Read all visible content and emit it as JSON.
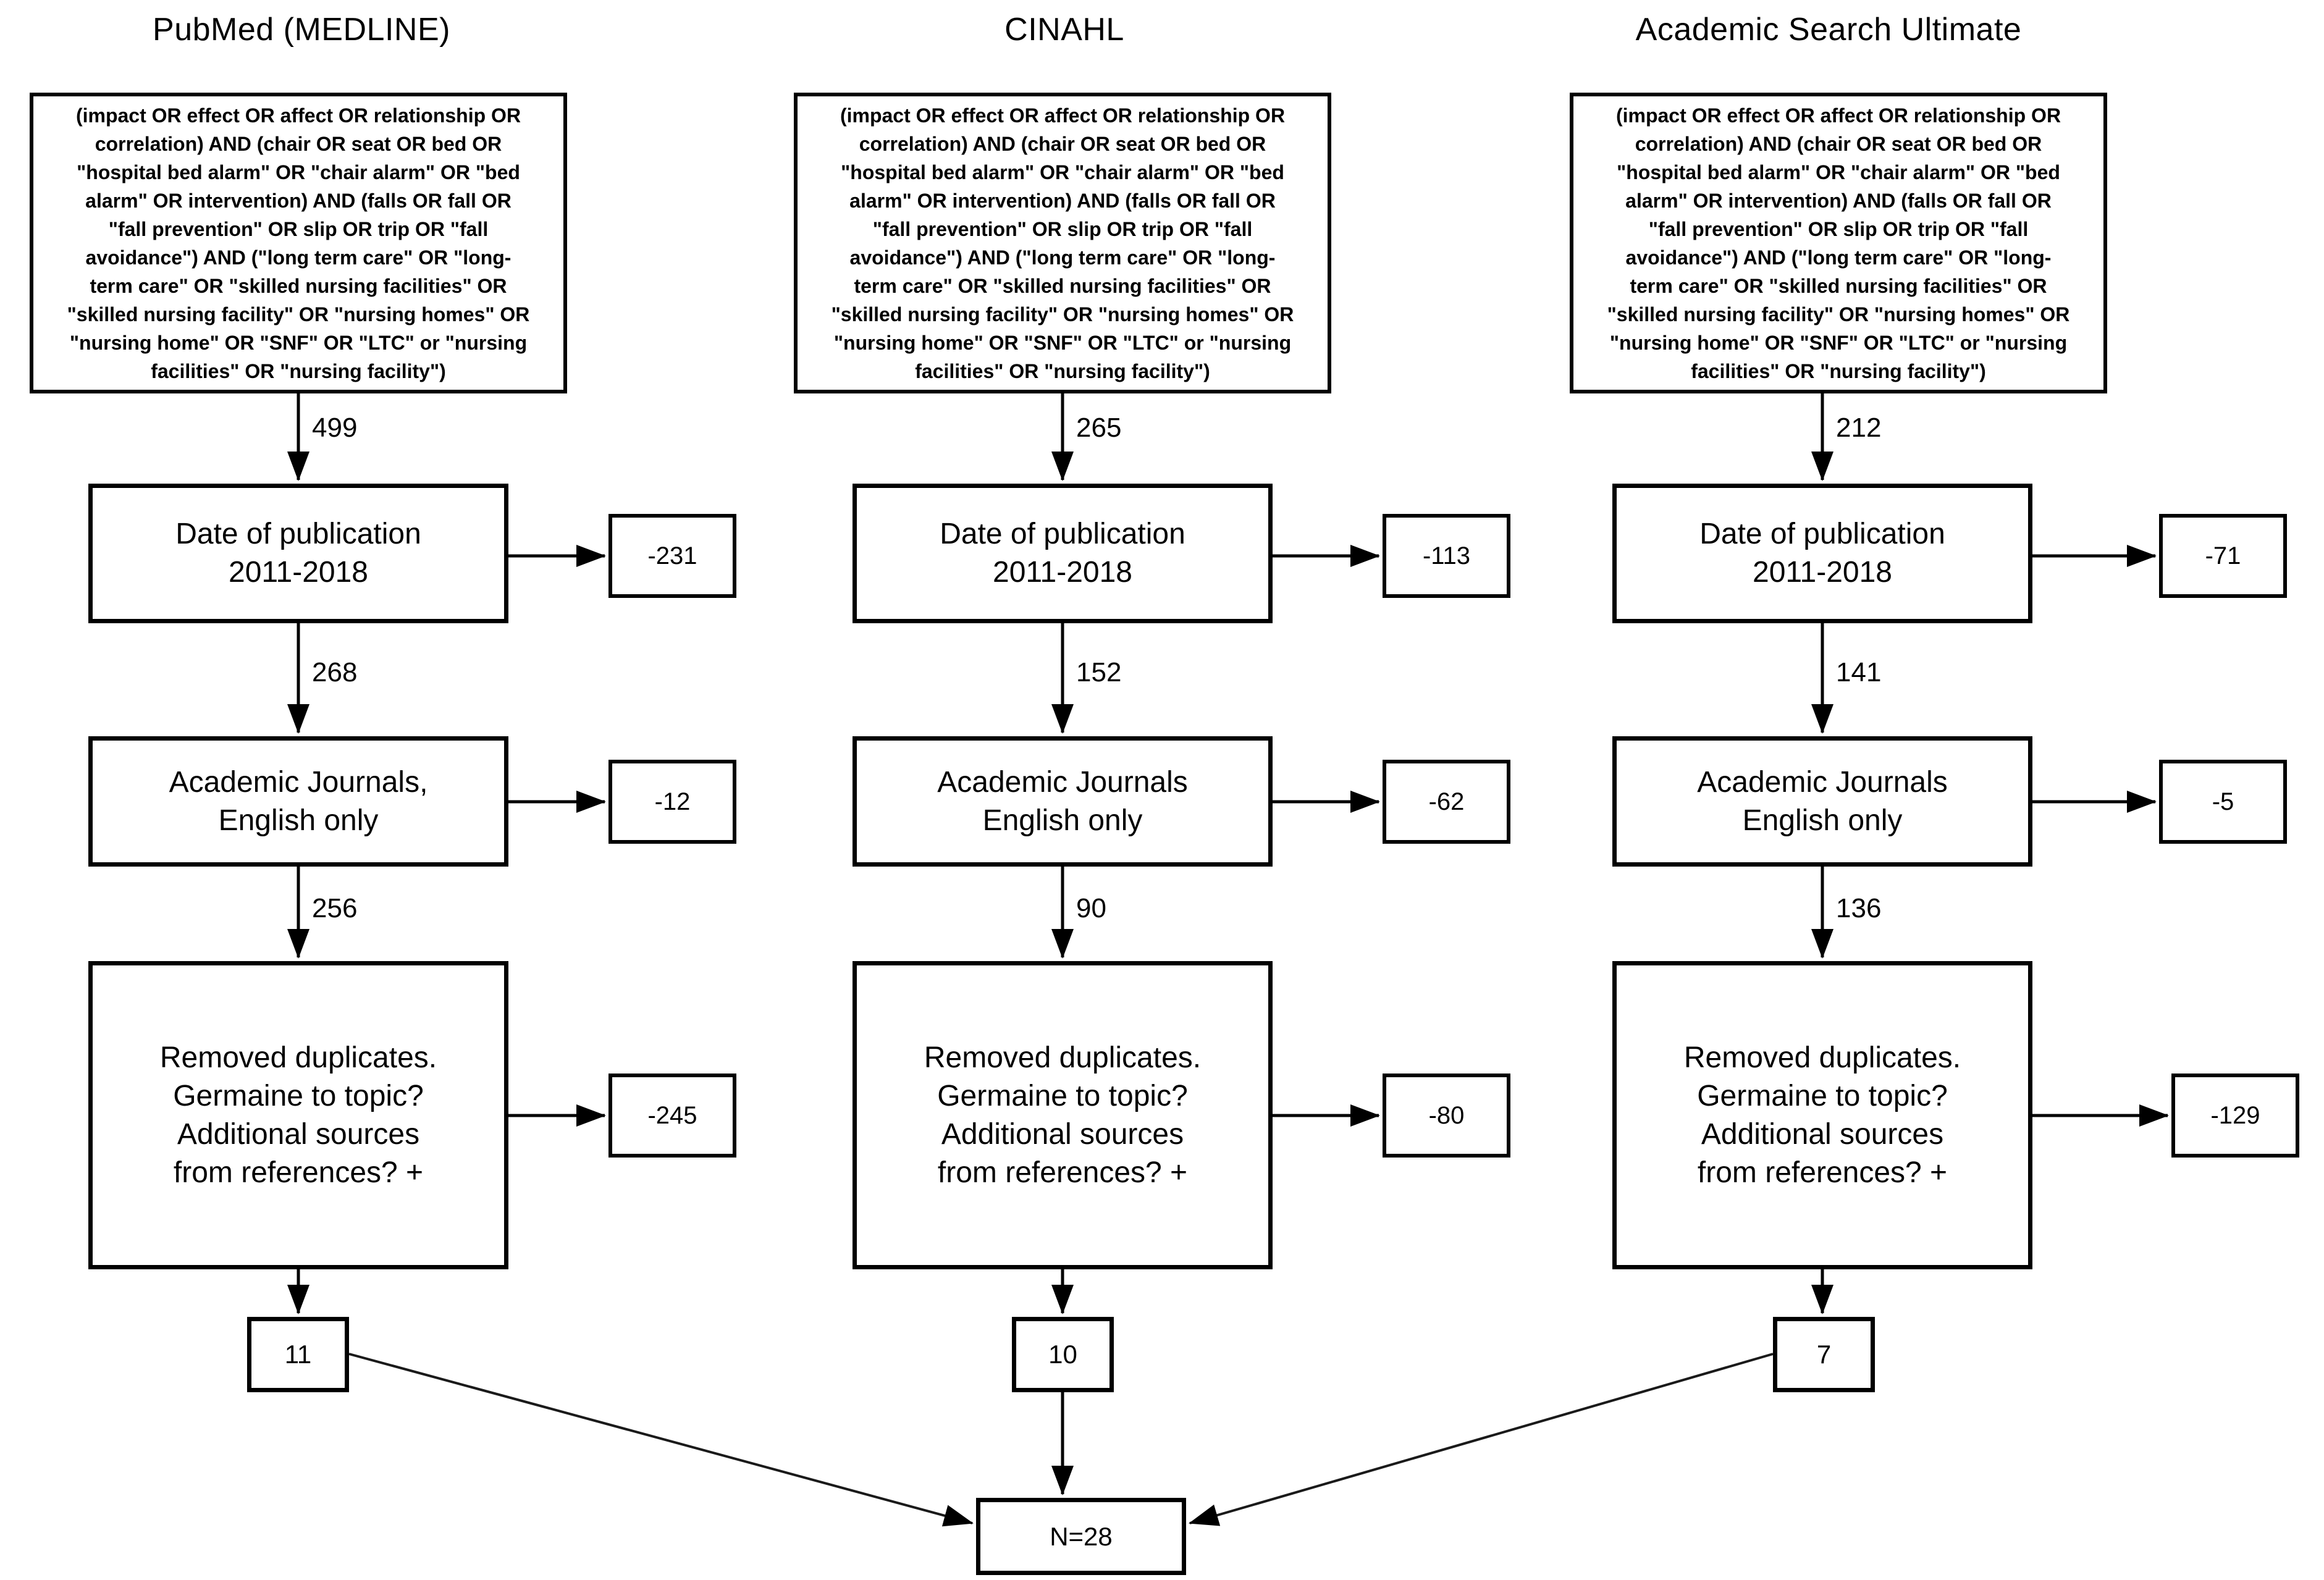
{
  "total": {
    "label": "N=28"
  },
  "columns": [
    {
      "header": "PubMed (MEDLINE)",
      "query": "(impact OR effect OR affect OR relationship OR\ncorrelation) AND (chair OR seat OR bed OR\n\"hospital bed alarm\" OR \"chair alarm\" OR \"bed\nalarm\" OR intervention) AND (falls OR fall OR\n\"fall prevention\" OR slip OR trip OR \"fall\navoidance\") AND (\"long term care\" OR \"long-\nterm care\" OR \"skilled nursing facilities\" OR\n\"skilled nursing facility\" OR \"nursing homes\" OR\n\"nursing home\" OR \"SNF\" OR \"LTC\" or \"nursing\nfacilities\" OR \"nursing facility\")",
      "retrieved": "499",
      "date": {
        "label": "Date of publication\n2011-2018",
        "excluded": "-231",
        "remaining": "268"
      },
      "journal": {
        "label": "Academic Journals,\nEnglish only",
        "excluded": "-12",
        "remaining": "256"
      },
      "screen": {
        "label": "Removed duplicates.\nGermaine to topic?\nAdditional sources\nfrom references? +",
        "excluded": "-245"
      },
      "included": "11"
    },
    {
      "header": "CINAHL",
      "query": "(impact OR effect OR affect OR relationship OR\ncorrelation) AND (chair OR seat OR bed OR\n\"hospital bed alarm\" OR \"chair alarm\" OR \"bed\nalarm\" OR intervention) AND (falls OR fall OR\n\"fall prevention\" OR slip OR trip OR \"fall\navoidance\") AND (\"long term care\" OR \"long-\nterm care\" OR \"skilled nursing facilities\" OR\n\"skilled nursing facility\" OR \"nursing homes\" OR\n\"nursing home\" OR \"SNF\" OR \"LTC\" or \"nursing\nfacilities\" OR \"nursing facility\")",
      "retrieved": "265",
      "date": {
        "label": "Date of publication\n2011-2018",
        "excluded": "-113",
        "remaining": "152"
      },
      "journal": {
        "label": "Academic Journals\nEnglish only",
        "excluded": "-62",
        "remaining": "90"
      },
      "screen": {
        "label": "Removed duplicates.\nGermaine to topic?\nAdditional sources\nfrom references? +",
        "excluded": "-80"
      },
      "included": "10"
    },
    {
      "header": "Academic Search Ultimate",
      "query": "(impact OR effect OR affect OR relationship OR\ncorrelation) AND (chair OR seat OR bed OR\n\"hospital bed alarm\" OR \"chair alarm\" OR \"bed\nalarm\" OR intervention) AND (falls OR fall OR\n\"fall prevention\" OR slip OR trip OR \"fall\navoidance\") AND (\"long term care\" OR \"long-\nterm care\" OR \"skilled nursing facilities\" OR\n\"skilled nursing facility\" OR \"nursing homes\" OR\n\"nursing home\" OR \"SNF\" OR \"LTC\" or \"nursing\nfacilities\" OR \"nursing facility\")",
      "retrieved": "212",
      "date": {
        "label": "Date of publication\n2011-2018",
        "excluded": "-71",
        "remaining": "141"
      },
      "journal": {
        "label": "Academic Journals\nEnglish only",
        "excluded": "-5",
        "remaining": "136"
      },
      "screen": {
        "label": "Removed duplicates.\nGermaine to topic?\nAdditional sources\nfrom references? +",
        "excluded": "-129"
      },
      "included": "7"
    }
  ]
}
